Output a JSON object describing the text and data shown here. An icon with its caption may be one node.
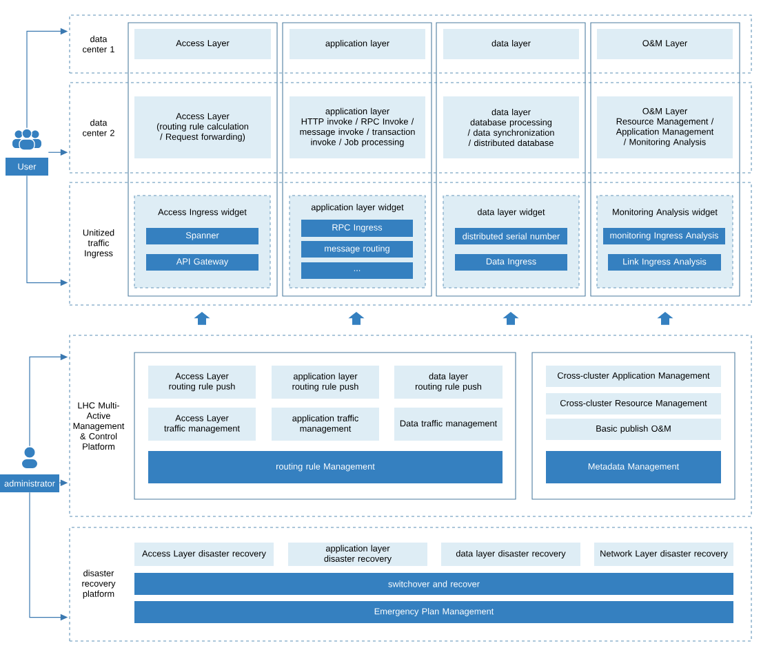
{
  "diagram": {
    "nodes": [
      {
        "text": [
          "data center 1"
        ]
      },
      {
        "text": [
          "Access Layer"
        ],
        "in": 0
      },
      {
        "text": [
          "application layer"
        ],
        "in": 0
      },
      {
        "text": [
          "data layer"
        ],
        "in": 0
      },
      {
        "text": [
          "O&M Layer"
        ],
        "in": 0
      },
      {
        "text": [
          "data center 2"
        ]
      },
      {
        "text": [
          "Access Layer",
          "(routing rule calculation / Request forwarding)"
        ],
        "in": 5
      },
      {
        "text": [
          "application layer",
          "HTTP invoke / RPC Invoke / message invoke / transaction invoke / Job processing"
        ],
        "in": 5
      },
      {
        "text": [
          "data layer",
          "database processing / data synchronization / distributed database"
        ],
        "in": 5
      },
      {
        "text": [
          "O&M Layer",
          "Resource Management / Application Management / Monitoring Analysis"
        ],
        "in": 5
      },
      {
        "text": [
          "Unitized traffic Ingress"
        ]
      },
      {
        "text": [
          "Access Ingress widget"
        ],
        "in": 10
      },
      {
        "text": [
          "Spanner"
        ],
        "in": 11
      },
      {
        "text": [
          "API Gateway"
        ],
        "in": 11
      },
      {
        "text": [
          "application layer widget"
        ],
        "in": 10
      },
      {
        "text": [
          "RPC Ingress"
        ],
        "in": 14
      },
      {
        "text": [
          "message routing"
        ],
        "in": 14
      },
      {
        "text": [
          "..."
        ],
        "in": 14
      },
      {
        "text": [
          "data layer widget"
        ],
        "in": 10
      },
      {
        "text": [
          "distributed serial number"
        ],
        "in": 18
      },
      {
        "text": [
          "Data Ingress"
        ],
        "in": 18
      },
      {
        "text": [
          "Monitoring Analysis widget"
        ],
        "in": 10
      },
      {
        "text": [
          "monitoring Ingress Analysis"
        ],
        "in": 21
      },
      {
        "text": [
          "Link Ingress Analysis"
        ],
        "in": 21
      },
      {
        "text": [
          "User"
        ]
      },
      {
        "text": [
          "administrator"
        ]
      },
      {
        "text": [
          "LHC Multi-Active Management & Control Platform"
        ]
      },
      {
        "text": [],
        "shape": "box",
        "in": 26
      },
      {
        "text": [
          "Access Layer routing rule push"
        ],
        "in": 27
      },
      {
        "text": [
          "application layer routing rule push"
        ],
        "in": 27
      },
      {
        "text": [
          "data layer routing rule push"
        ],
        "in": 27
      },
      {
        "text": [
          "Access Layer traffic management"
        ],
        "in": 27
      },
      {
        "text": [
          "application traffic management"
        ],
        "in": 27
      },
      {
        "text": [
          "Data traffic management"
        ],
        "in": 27
      },
      {
        "text": [
          "routing rule Management"
        ],
        "in": 27
      },
      {
        "text": [],
        "shape": "box",
        "in": 26
      },
      {
        "text": [
          "Cross-cluster Application Management"
        ],
        "in": 35
      },
      {
        "text": [
          "Cross-cluster Resource Management"
        ],
        "in": 35
      },
      {
        "text": [
          "Basic publish O&M"
        ],
        "in": 35
      },
      {
        "text": [
          "Metadata Management"
        ],
        "in": 35
      },
      {
        "text": [
          "disaster recovery platform"
        ]
      },
      {
        "text": [
          "Access Layer disaster recovery"
        ],
        "in": 40
      },
      {
        "text": [
          "application layer disaster recovery"
        ],
        "in": 40
      },
      {
        "text": [
          "data layer disaster recovery"
        ],
        "in": 40
      },
      {
        "text": [
          "Network Layer disaster recovery"
        ],
        "in": 40
      },
      {
        "text": [
          "switchover and recover"
        ],
        "in": 40
      },
      {
        "text": [
          "Emergency Plan Management"
        ],
        "in": 40
      }
    ],
    "edges": [
      {
        "from": 24,
        "to": 0,
        "arrow": "to"
      },
      {
        "from": 24,
        "to": 5,
        "arrow": "to"
      },
      {
        "from": 24,
        "to": 10,
        "arrow": "to"
      },
      {
        "from": 25,
        "to": 26,
        "arrow": "to"
      },
      {
        "from": 25,
        "to": 26,
        "arrow": "to"
      },
      {
        "from": 25,
        "to": 40,
        "arrow": "to"
      },
      {
        "from": 26,
        "to": 10,
        "arrow": "to",
        "style": "thick"
      },
      {
        "from": 26,
        "to": 10,
        "arrow": "to",
        "style": "thick"
      },
      {
        "from": 26,
        "to": 10,
        "arrow": "to",
        "style": "thick"
      },
      {
        "from": 26,
        "to": 10,
        "arrow": "to",
        "style": "thick"
      }
    ]
  }
}
